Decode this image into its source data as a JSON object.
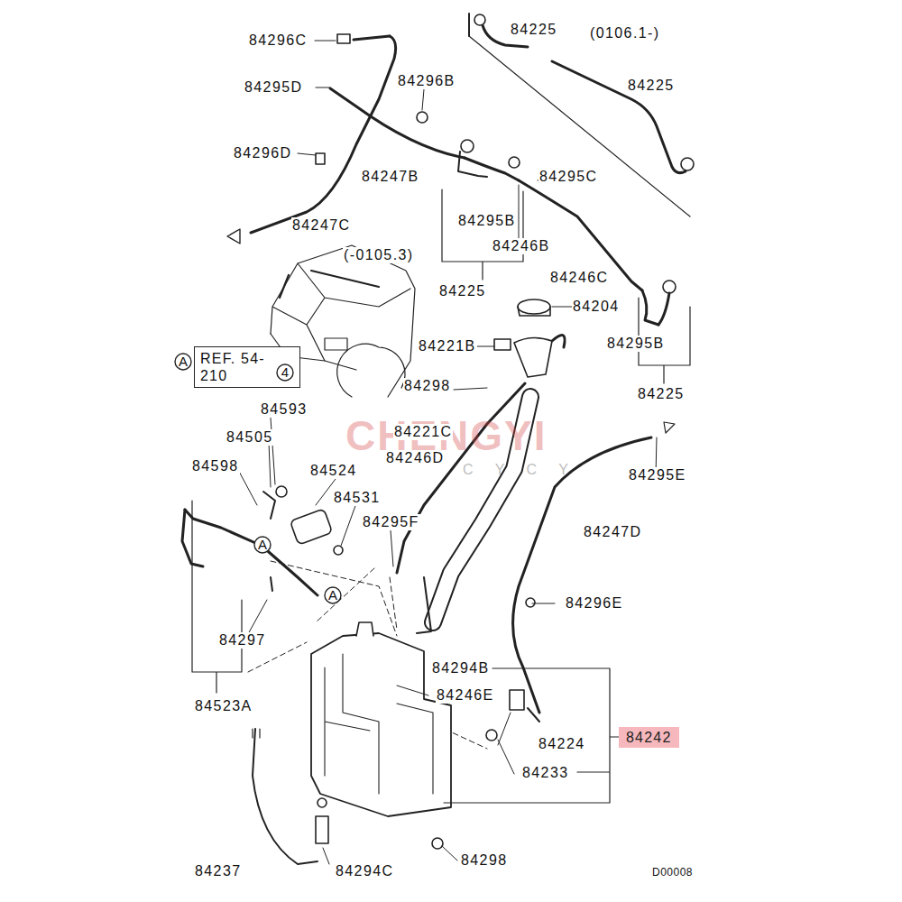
{
  "diagram": {
    "nodes": [
      {
        "text": [
          "A"
        ]
      },
      {
        "text": [
          "REF. 54-210"
        ]
      },
      {
        "text": [
          "4"
        ],
        "in": 1
      },
      {
        "text": [
          "A"
        ]
      },
      {
        "text": [
          "A"
        ]
      },
      {
        "text": [
          "84242"
        ]
      }
    ],
    "labels": [
      "84296C",
      "84225",
      "(0106.1-)",
      "84225",
      "84295D",
      "84296B",
      "84296D",
      "84247B",
      "84295C",
      "84295B",
      "84247C",
      "84246B",
      "(-0105.3)",
      "84246C",
      "84225",
      "84204",
      "84221B",
      "84295B",
      "84298",
      "84225",
      "84593",
      "CHENGYI",
      "84221C",
      "84505",
      "84246D",
      "C Y C Y",
      "84524",
      "84598",
      "84295E",
      "84531",
      "84295F",
      "84247D",
      "84296E",
      "84297",
      "84294B",
      "84246E",
      "84523A",
      "84224",
      "84233",
      "84298",
      "84237",
      "84294C",
      "D00008"
    ]
  }
}
